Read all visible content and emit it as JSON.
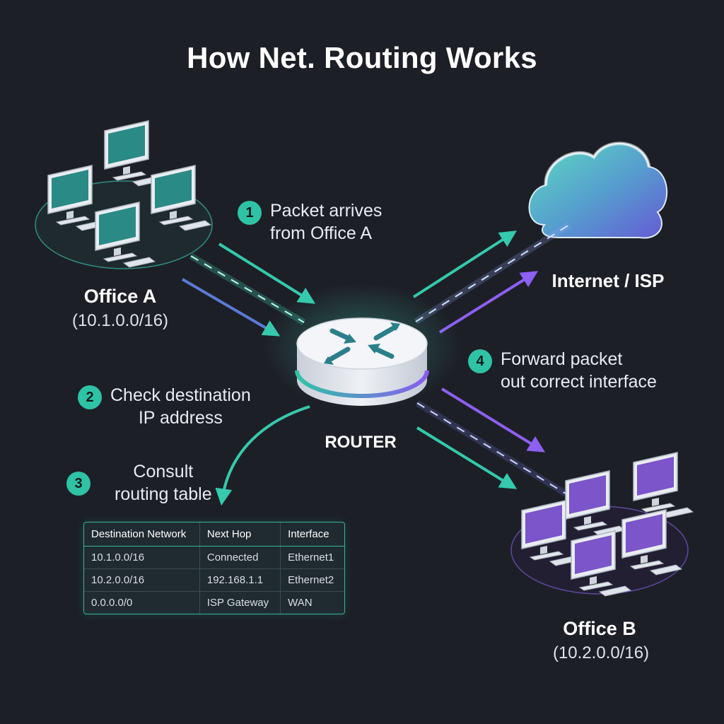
{
  "title": "How Net. Routing Works",
  "office_a": {
    "name": "Office A",
    "subnet": "(10.1.0.0/16)"
  },
  "office_b": {
    "name": "Office B",
    "subnet": "(10.2.0.0/16)"
  },
  "internet": {
    "name": "Internet / ISP"
  },
  "router": {
    "label": "ROUTER"
  },
  "steps": [
    {
      "num": "1",
      "text": "Packet arrives\nfrom Office A"
    },
    {
      "num": "2",
      "text": "Check destination\nIP address"
    },
    {
      "num": "3",
      "text": "Consult\nrouting table"
    },
    {
      "num": "4",
      "text": "Forward packet\nout correct interface"
    }
  ],
  "routing_table": {
    "headers": [
      "Destination Network",
      "Next Hop",
      "Interface"
    ],
    "rows": [
      [
        "10.1.0.0/16",
        "Connected",
        "Ethernet1"
      ],
      [
        "10.2.0.0/16",
        "192.168.1.1",
        "Ethernet2"
      ],
      [
        "0.0.0.0/0",
        "ISP Gateway",
        "WAN"
      ]
    ]
  },
  "colors": {
    "background": "#1d1f26",
    "teal": "#2fc3a6",
    "purple": "#8a5cf0",
    "monitor_a": "#2a8a86",
    "monitor_b": "#7b55c9"
  },
  "icons": {
    "office_a_cluster": "desktop-computer-icon",
    "office_b_cluster": "desktop-computer-icon",
    "cloud": "cloud-icon",
    "router": "router-icon"
  }
}
